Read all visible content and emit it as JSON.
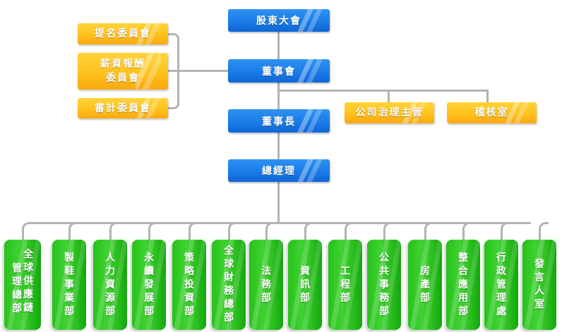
{
  "top": {
    "shareholders": "股東大會",
    "board": "董事會",
    "chairman": "董事長",
    "ceo": "總經理"
  },
  "committees": [
    {
      "label": "提名委員會"
    },
    {
      "label": "薪資報酬\n委員會",
      "line1": "薪資報酬",
      "line2": "委員會"
    },
    {
      "label": "審計委員會"
    }
  ],
  "board_units": [
    {
      "label": "公司治理主管"
    },
    {
      "label": "稽核室"
    }
  ],
  "departments": [
    {
      "label": "全球供應鏈管理總部",
      "columns": [
        "全球供應鏈",
        "管理總部"
      ]
    },
    {
      "label": "製鞋事業部",
      "columns": [
        "製鞋事業部"
      ]
    },
    {
      "label": "人力資源部",
      "columns": [
        "人力資源部"
      ]
    },
    {
      "label": "永續發展部",
      "columns": [
        "永續發展部"
      ]
    },
    {
      "label": "策略投資部",
      "columns": [
        "策略投資部"
      ]
    },
    {
      "label": "全球財務總部",
      "columns": [
        "全球財務總部"
      ]
    },
    {
      "label": "法務部",
      "columns": [
        "法務部"
      ]
    },
    {
      "label": "資訊部",
      "columns": [
        "資訊部"
      ]
    },
    {
      "label": "工程部",
      "columns": [
        "工程部"
      ]
    },
    {
      "label": "公共事務部",
      "columns": [
        "公共事務部"
      ]
    },
    {
      "label": "房產部",
      "columns": [
        "房產部"
      ]
    },
    {
      "label": "整合應用部",
      "columns": [
        "整合應用部"
      ]
    },
    {
      "label": "行政管理處",
      "columns": [
        "行政管理處"
      ]
    },
    {
      "label": "發言人室",
      "columns": [
        "發言人室"
      ]
    }
  ],
  "colors": {
    "executive": "#1a7ce8",
    "committee": "#ffc21d",
    "department": "#2cc01f",
    "connector": "#b3b3b3"
  }
}
